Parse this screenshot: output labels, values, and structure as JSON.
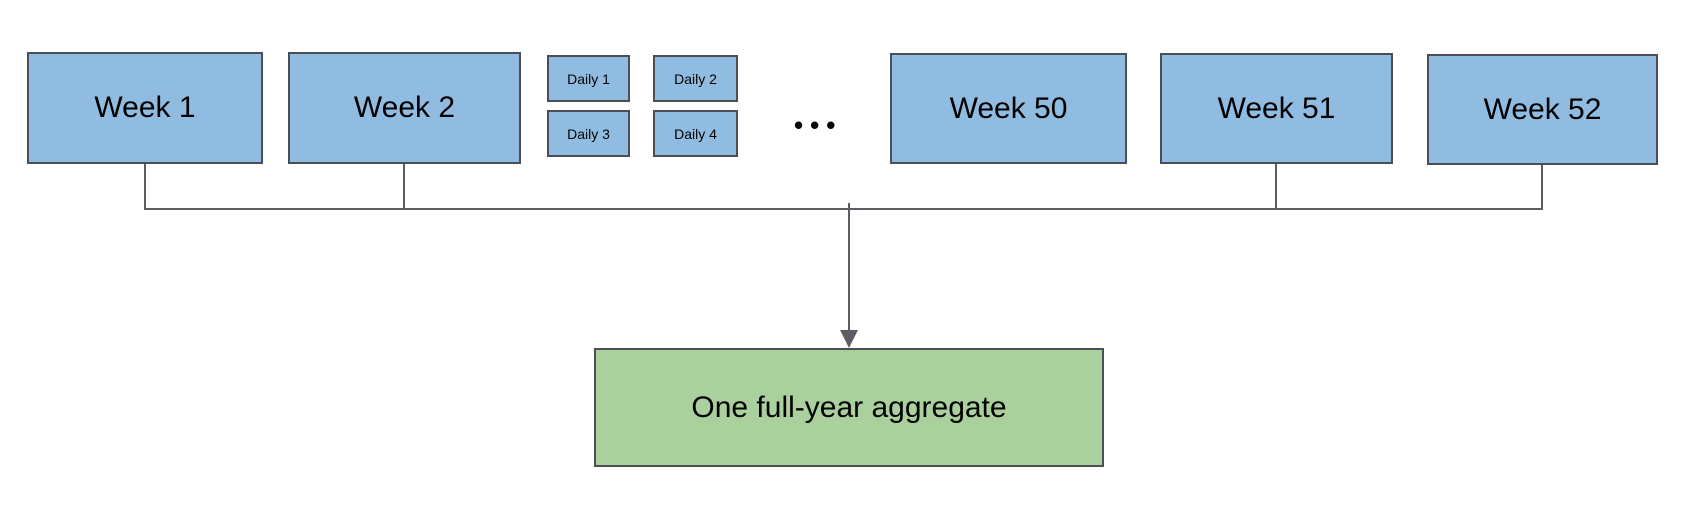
{
  "colors": {
    "week_fill": "#91bce1",
    "aggregate_fill": "#aad09e",
    "box_border": "#494f54",
    "connector": "#5b5f63",
    "text": "#000000",
    "canvas_bg": "#ffffff"
  },
  "week_boxes": [
    {
      "label": "Week 1"
    },
    {
      "label": "Week 2"
    },
    {
      "label": "Week 50"
    },
    {
      "label": "Week 51"
    },
    {
      "label": "Week 52"
    }
  ],
  "daily_boxes": [
    {
      "label": "Daily 1"
    },
    {
      "label": "Daily 2"
    },
    {
      "label": "Daily 3"
    },
    {
      "label": "Daily 4"
    }
  ],
  "ellipsis": "•••",
  "aggregate_box": {
    "label": "One full-year aggregate"
  }
}
